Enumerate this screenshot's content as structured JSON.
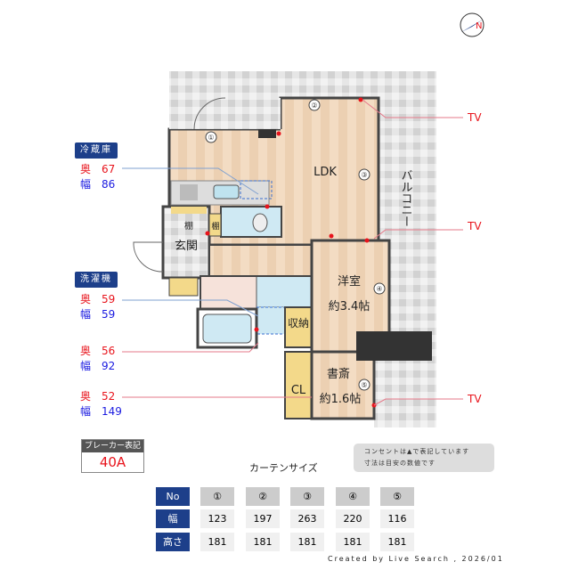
{
  "compass": {
    "letter": "N"
  },
  "rooms": {
    "ldk": "LDK",
    "western": "洋室",
    "western_size": "約3.4帖",
    "study": "書斎",
    "study_size": "約1.6帖",
    "entrance": "玄関",
    "shelf1": "棚",
    "shelf2": "棚",
    "storage": "収納",
    "closet": "CL",
    "balcony": "バルコニー"
  },
  "window_nums": [
    "①",
    "②",
    "③",
    "④",
    "⑤"
  ],
  "tv_labels": [
    "TV",
    "TV",
    "TV"
  ],
  "fridge": {
    "title": "冷蔵庫",
    "depth_label": "奥",
    "depth": "67",
    "width_label": "幅",
    "width": "86"
  },
  "washer": {
    "title": "洗濯機",
    "depth_label": "奥",
    "depth": "59",
    "width_label": "幅",
    "width": "59"
  },
  "space3": {
    "depth_label": "奥",
    "depth": "56",
    "width_label": "幅",
    "width": "92"
  },
  "space4": {
    "depth_label": "奥",
    "depth": "52",
    "width_label": "幅",
    "width": "149"
  },
  "breaker": {
    "title": "ブレーカー表記",
    "value": "40A"
  },
  "notes": {
    "line1": "コンセントは▲で表記しています",
    "line2": "寸法は目安の数値です"
  },
  "curtain": {
    "title": "カーテンサイズ",
    "headers": [
      "No",
      "幅",
      "高さ"
    ],
    "nos": [
      "①",
      "②",
      "③",
      "④",
      "⑤"
    ],
    "widths": [
      "123",
      "197",
      "263",
      "220",
      "116"
    ],
    "heights": [
      "181",
      "181",
      "181",
      "181",
      "181"
    ]
  },
  "credit": "Created by Live Search , 2026/01",
  "colors": {
    "accent": "#1d3f8a",
    "depth": "#e8141c",
    "width": "#1a1ae0",
    "outlet": "#e8141c"
  }
}
